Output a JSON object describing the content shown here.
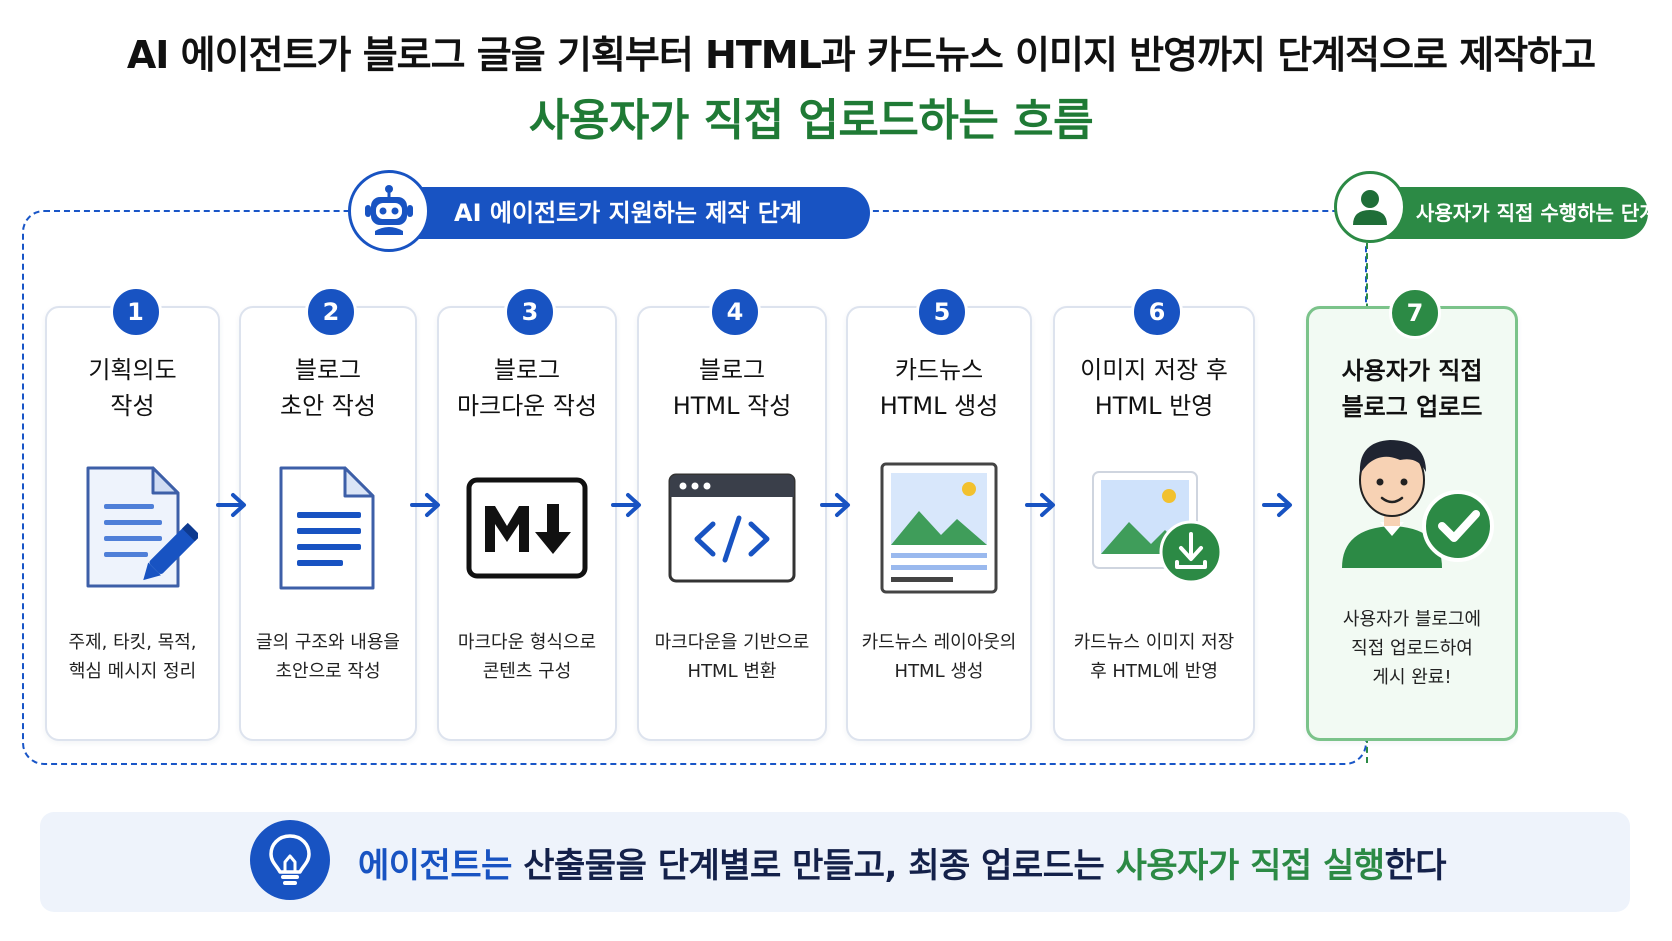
{
  "header": {
    "title_line1": "AI 에이전트가 블로그 글을 기획부터 HTML과 카드뉴스 이미지 반영까지 단계적으로 제작하고",
    "title_line2": "사용자가 직접 업로드하는 흐름"
  },
  "sections": {
    "agent_label": "AI 에이전트가 지원하는 제작 단계",
    "user_label": "사용자가 직접 수행하는 단계"
  },
  "steps": [
    {
      "number": "1",
      "title": "기획의도\n작성",
      "desc": "주제, 타킷, 목적,\n핵심 메시지 정리",
      "icon": "document-pen-icon"
    },
    {
      "number": "2",
      "title": "블로그\n초안 작성",
      "desc": "글의 구조와 내용을\n초안으로 작성",
      "icon": "document-lines-icon"
    },
    {
      "number": "3",
      "title": "블로그\n마크다운 작성",
      "desc": "마크다운 형식으로\n콘텐츠 구성",
      "icon": "markdown-icon"
    },
    {
      "number": "4",
      "title": "블로그\nHTML 작성",
      "desc": "마크다운을 기반으로\nHTML 변환",
      "icon": "code-window-icon"
    },
    {
      "number": "5",
      "title": "카드뉴스\nHTML 생성",
      "desc": "카드뉴스 레이아웃의\nHTML 생성",
      "icon": "card-news-icon"
    },
    {
      "number": "6",
      "title": "이미지 저장 후\nHTML 반영",
      "desc": "카드뉴스 이미지 저장\n후 HTML에 반영",
      "icon": "image-download-icon"
    },
    {
      "number": "7",
      "title": "사용자가 직접\n블로그 업로드",
      "desc": "사용자가 블로그에\n직접 업로드하여\n게시 완료!",
      "icon": "user-check-icon"
    }
  ],
  "footer": {
    "part1": "에이전트는",
    "part2": " 산출물을 단계별로 만들고, 최종 업로드는 ",
    "part3": "사용자가 직접 실행",
    "part4": "한다"
  },
  "colors": {
    "agent_blue": "#1853c2",
    "user_green": "#2c8a45",
    "title_green": "#1f7a35"
  }
}
